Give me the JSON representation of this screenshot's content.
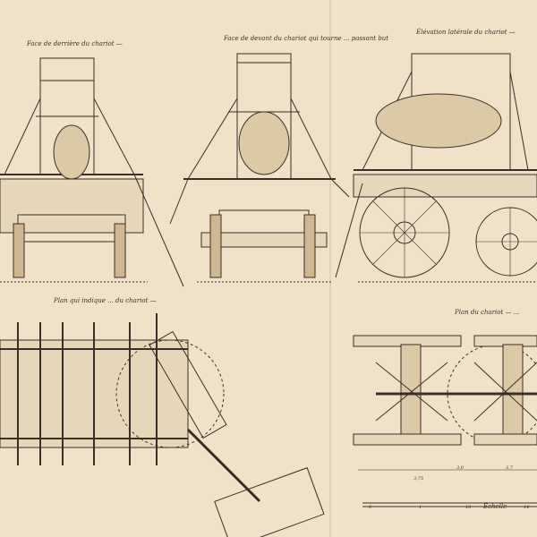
{
  "captions": {
    "rear_view": "Face de derrière du chariot —",
    "front_view": "Face de devant du chariot qui tourne ... passant but",
    "side_view": "Élévation latérale du chariot —",
    "plan_left": "Plan qui indique ... du chariot —",
    "plan_right": "Plan du chariot — ...",
    "scale": "Échelle"
  },
  "scale_ticks": [
    "0",
    "1",
    "10",
    "14"
  ],
  "dimensions": [
    "3,75",
    "3,0",
    "3,7"
  ],
  "colors": {
    "paper": "#efe2c9",
    "ink": "#3a3028"
  }
}
